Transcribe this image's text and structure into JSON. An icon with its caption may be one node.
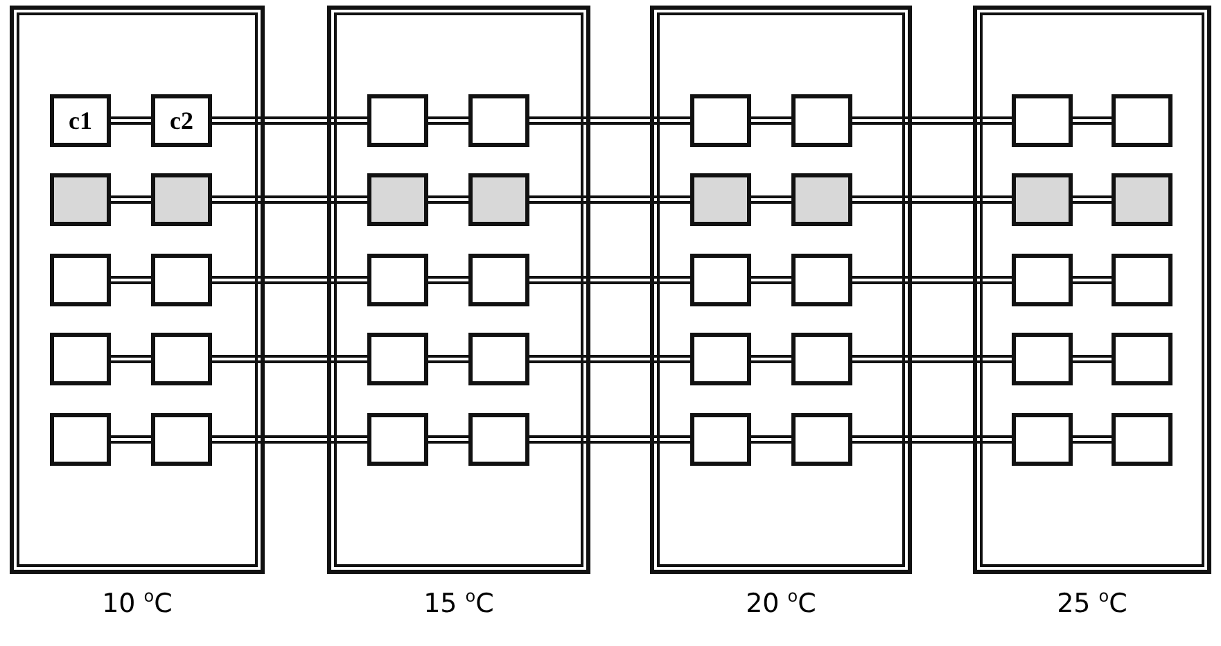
{
  "diagram": {
    "nodes": [
      {
        "text": [],
        "shape": "box",
        "beside": [
          "10 $^{o}$C"
        ]
      },
      {
        "text": [
          "c1"
        ],
        "in": 0
      },
      {
        "text": [
          "c2"
        ],
        "in": 0
      },
      {
        "text": [],
        "shape": "shaded",
        "in": 0
      },
      {
        "text": [],
        "shape": "shaded",
        "in": 0
      },
      {
        "text": [],
        "shape": "box",
        "in": 0
      },
      {
        "text": [],
        "shape": "box",
        "in": 0
      },
      {
        "text": [],
        "shape": "box",
        "in": 0
      },
      {
        "text": [],
        "shape": "box",
        "in": 0
      },
      {
        "text": [],
        "shape": "box",
        "in": 0
      },
      {
        "text": [],
        "shape": "box",
        "in": 0
      },
      {
        "text": [],
        "shape": "box",
        "beside": [
          "15 $^{o}$C"
        ]
      },
      {
        "text": [],
        "shape": "box",
        "in": 11
      },
      {
        "text": [],
        "shape": "box",
        "in": 11
      },
      {
        "text": [],
        "shape": "shaded",
        "in": 11
      },
      {
        "text": [],
        "shape": "shaded",
        "in": 11
      },
      {
        "text": [],
        "shape": "box",
        "in": 11
      },
      {
        "text": [],
        "shape": "box",
        "in": 11
      },
      {
        "text": [],
        "shape": "box",
        "in": 11
      },
      {
        "text": [],
        "shape": "box",
        "in": 11
      },
      {
        "text": [],
        "shape": "box",
        "in": 11
      },
      {
        "text": [],
        "shape": "box",
        "in": 11
      },
      {
        "text": [],
        "shape": "box",
        "beside": [
          "20 $^{o}$C"
        ]
      },
      {
        "text": [],
        "shape": "box",
        "in": 22
      },
      {
        "text": [],
        "shape": "box",
        "in": 22
      },
      {
        "text": [],
        "shape": "shaded",
        "in": 22
      },
      {
        "text": [],
        "shape": "shaded",
        "in": 22
      },
      {
        "text": [],
        "shape": "box",
        "in": 22
      },
      {
        "text": [],
        "shape": "box",
        "in": 22
      },
      {
        "text": [],
        "shape": "box",
        "in": 22
      },
      {
        "text": [],
        "shape": "box",
        "in": 22
      },
      {
        "text": [],
        "shape": "box",
        "in": 22
      },
      {
        "text": [],
        "shape": "box",
        "in": 22
      },
      {
        "text": [],
        "shape": "box",
        "beside": [
          "25 $^{o}$C"
        ]
      },
      {
        "text": [],
        "shape": "box",
        "in": 33
      },
      {
        "text": [],
        "shape": "box",
        "in": 33
      },
      {
        "text": [],
        "shape": "shaded",
        "in": 33
      },
      {
        "text": [],
        "shape": "shaded",
        "in": 33
      },
      {
        "text": [],
        "shape": "box",
        "in": 33
      },
      {
        "text": [],
        "shape": "box",
        "in": 33
      },
      {
        "text": [],
        "shape": "box",
        "in": 33
      },
      {
        "text": [],
        "shape": "box",
        "in": 33
      },
      {
        "text": [],
        "shape": "box",
        "in": 33
      },
      {
        "text": [],
        "shape": "box",
        "in": 33
      }
    ],
    "edges": [
      {
        "from": 1,
        "to": 2,
        "arrow": "none"
      },
      {
        "from": 3,
        "to": 4,
        "arrow": "none"
      },
      {
        "from": 5,
        "to": 6,
        "arrow": "none"
      },
      {
        "from": 7,
        "to": 8,
        "arrow": "none"
      },
      {
        "from": 9,
        "to": 10,
        "arrow": "none"
      },
      {
        "from": 2,
        "to": 12,
        "arrow": "none"
      },
      {
        "from": 4,
        "to": 14,
        "arrow": "none"
      },
      {
        "from": 6,
        "to": 16,
        "arrow": "none"
      },
      {
        "from": 8,
        "to": 18,
        "arrow": "none"
      },
      {
        "from": 10,
        "to": 20,
        "arrow": "none"
      },
      {
        "from": 12,
        "to": 13,
        "arrow": "none"
      },
      {
        "from": 14,
        "to": 15,
        "arrow": "none"
      },
      {
        "from": 16,
        "to": 17,
        "arrow": "none"
      },
      {
        "from": 18,
        "to": 19,
        "arrow": "none"
      },
      {
        "from": 20,
        "to": 21,
        "arrow": "none"
      },
      {
        "from": 13,
        "to": 23,
        "arrow": "none"
      },
      {
        "from": 15,
        "to": 25,
        "arrow": "none"
      },
      {
        "from": 17,
        "to": 27,
        "arrow": "none"
      },
      {
        "from": 19,
        "to": 29,
        "arrow": "none"
      },
      {
        "from": 21,
        "to": 31,
        "arrow": "none"
      },
      {
        "from": 23,
        "to": 24,
        "arrow": "none"
      },
      {
        "from": 25,
        "to": 26,
        "arrow": "none"
      },
      {
        "from": 27,
        "to": 28,
        "arrow": "none"
      },
      {
        "from": 29,
        "to": 30,
        "arrow": "none"
      },
      {
        "from": 31,
        "to": 32,
        "arrow": "none"
      },
      {
        "from": 24,
        "to": 34,
        "arrow": "none"
      },
      {
        "from": 26,
        "to": 36,
        "arrow": "none"
      },
      {
        "from": 28,
        "to": 38,
        "arrow": "none"
      },
      {
        "from": 30,
        "to": 40,
        "arrow": "none"
      },
      {
        "from": 32,
        "to": 42,
        "arrow": "none"
      },
      {
        "from": 34,
        "to": 35,
        "arrow": "none"
      },
      {
        "from": 36,
        "to": 37,
        "arrow": "none"
      },
      {
        "from": 38,
        "to": 39,
        "arrow": "none"
      },
      {
        "from": 40,
        "to": 41,
        "arrow": "none"
      },
      {
        "from": 42,
        "to": 43,
        "arrow": "none"
      }
    ]
  }
}
